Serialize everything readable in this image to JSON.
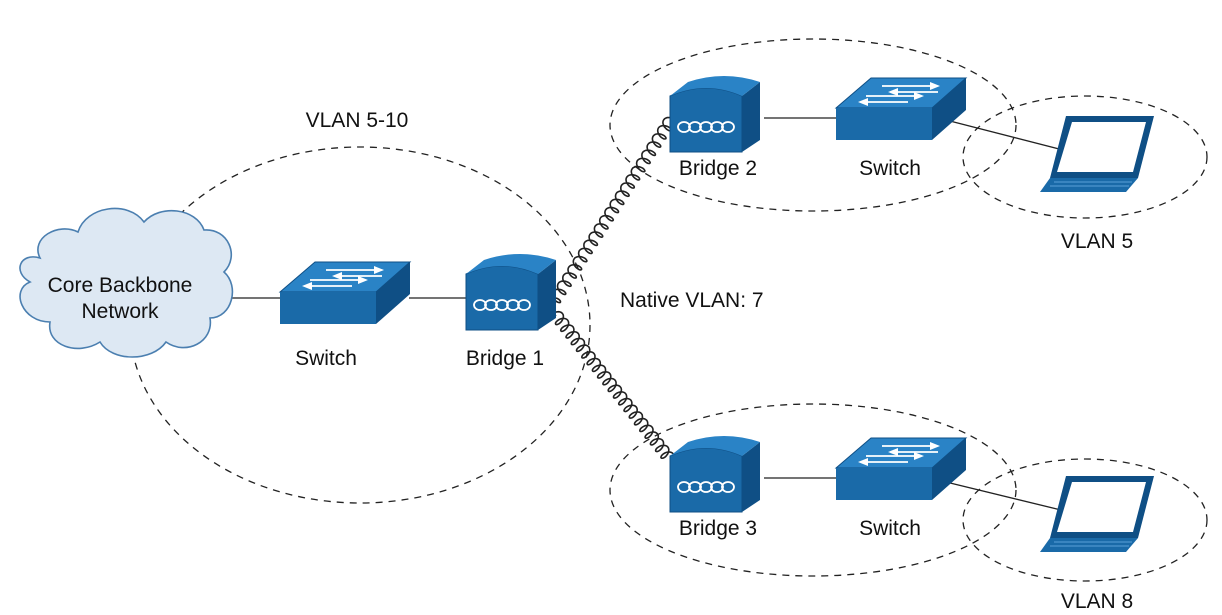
{
  "labels": {
    "vlan_5_10": "VLAN 5-10",
    "core_line1": "Core Backbone",
    "core_line2": "Network",
    "switch_core": "Switch",
    "bridge1": "Bridge 1",
    "native_vlan": "Native VLAN: 7",
    "bridge2": "Bridge 2",
    "switch_top": "Switch",
    "vlan5": "VLAN 5",
    "bridge3": "Bridge 3",
    "switch_bottom": "Switch",
    "vlan8": "VLAN 8"
  },
  "icons": {
    "cloud": "cloud-icon",
    "switch": "network-switch-icon",
    "bridge": "wireless-bridge-icon",
    "laptop": "laptop-icon"
  },
  "colors": {
    "device_top": "#2a83c6",
    "device_side": "#0f4f85",
    "device_front": "#1a6aa8",
    "cloud_fill": "#dde8f3",
    "cloud_stroke": "#4b7fb0",
    "zone_stroke": "#222222"
  }
}
